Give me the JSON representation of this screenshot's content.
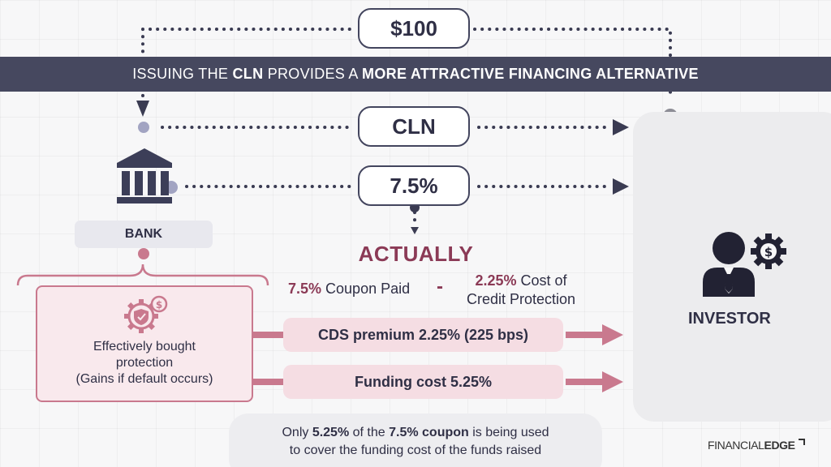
{
  "top_amount": "$100",
  "banner": {
    "part1": "ISSUING THE ",
    "part2": "CLN",
    "part3": " PROVIDES A ",
    "part4": "MORE ATTRACTIVE FINANCING ALTERNATIVE"
  },
  "cln_label": "CLN",
  "coupon_rate": "7.5%",
  "bank_label": "BANK",
  "investor_label": "INVESTOR",
  "actually_label": "ACTUALLY",
  "coupon_line": {
    "value": "7.5%",
    "text": " Coupon Paid"
  },
  "minus_sign": "-",
  "credit_protection": {
    "value": "2.25%",
    "line1_rest": " Cost of",
    "line2": "Credit Protection"
  },
  "effect": {
    "line1": "Effectively bought",
    "line2": "protection",
    "line3": "(Gains if default occurs)"
  },
  "cds_premium": "CDS premium 2.25% (225 bps)",
  "funding_cost": "Funding cost 5.25%",
  "note": {
    "p1": "Only ",
    "p2": "5.25%",
    "p3": " of the ",
    "p4": "7.5% coupon",
    "p5": " is being used",
    "line2": "to cover the funding cost of the funds raised"
  },
  "brand": {
    "part1": "FINANCIAL",
    "part2": "EDGE"
  },
  "colors": {
    "navy": "#46485f",
    "maroon": "#8b3a56",
    "pink": "#c9798e",
    "light_pink": "#f5dde3",
    "gray": "#8d8d96"
  },
  "icons": [
    "bank-icon",
    "investor-icon",
    "gear-dollar-icon",
    "shield-gear-icon"
  ]
}
